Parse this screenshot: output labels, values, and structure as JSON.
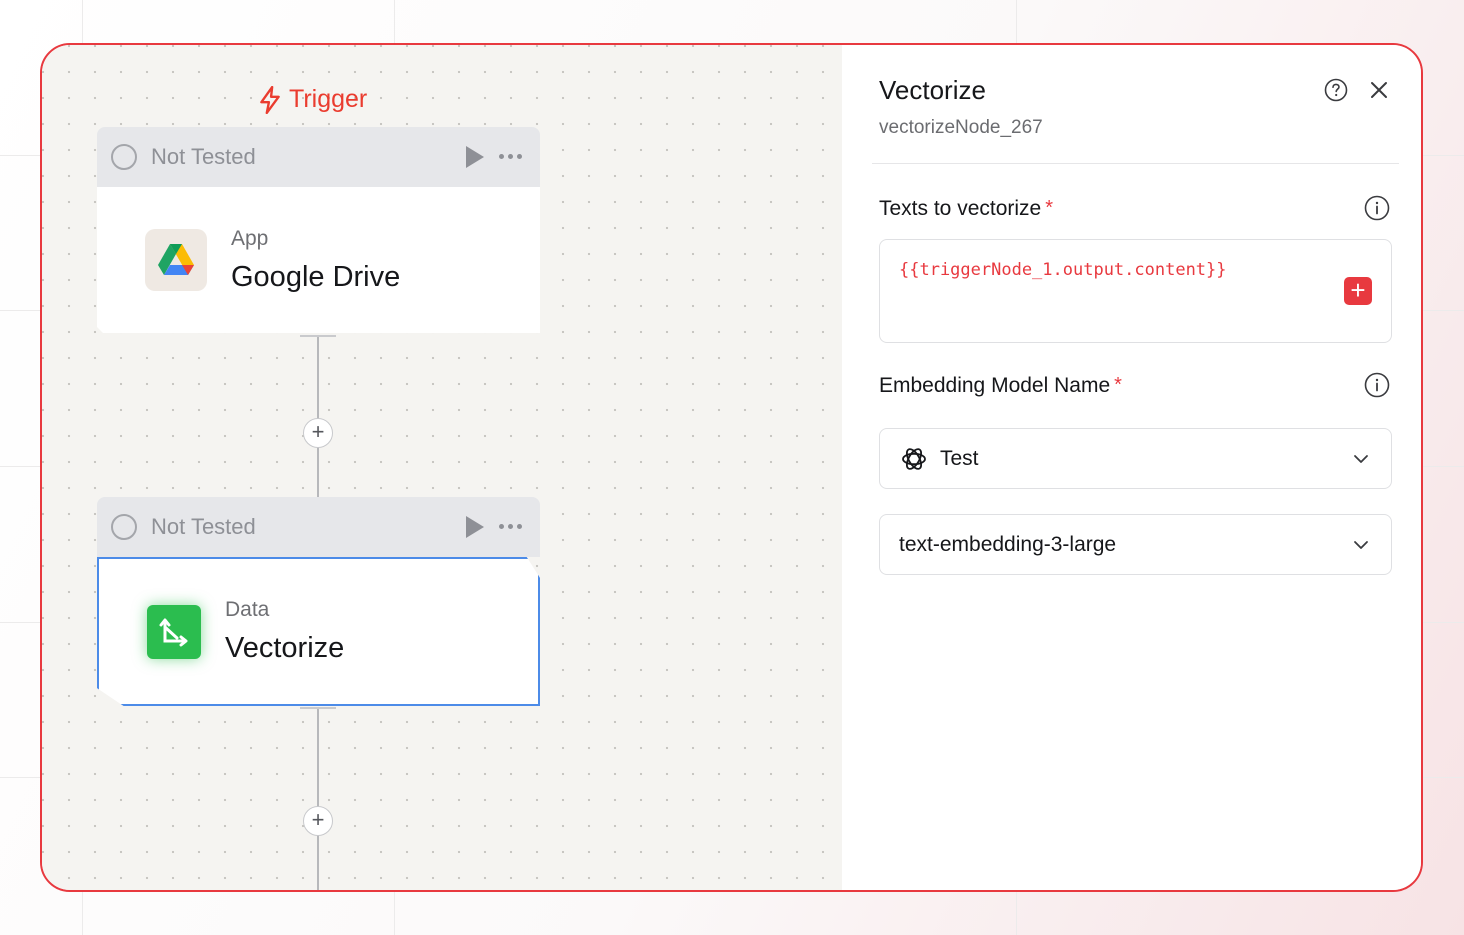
{
  "canvas": {
    "trigger_label": "Trigger",
    "nodes": [
      {
        "status": "Not Tested",
        "kind": "App",
        "title": "Google Drive",
        "icon": "google-drive-icon"
      },
      {
        "status": "Not Tested",
        "kind": "Data",
        "title": "Vectorize",
        "icon": "vectorize-icon"
      }
    ],
    "add_symbol": "+"
  },
  "panel": {
    "title": "Vectorize",
    "node_id": "vectorizeNode_267",
    "fields": {
      "texts": {
        "label": "Texts to vectorize",
        "required_mark": "*",
        "value": "{{triggerNode_1.output.content}}",
        "insert_symbol": "+"
      },
      "model": {
        "label": "Embedding Model Name",
        "required_mark": "*",
        "connection": "Test",
        "model": "text-embedding-3-large"
      }
    }
  },
  "colors": {
    "accent": "#e8393f",
    "selected_border": "#4c8be8",
    "vectorize_green": "#2bbd4f"
  }
}
